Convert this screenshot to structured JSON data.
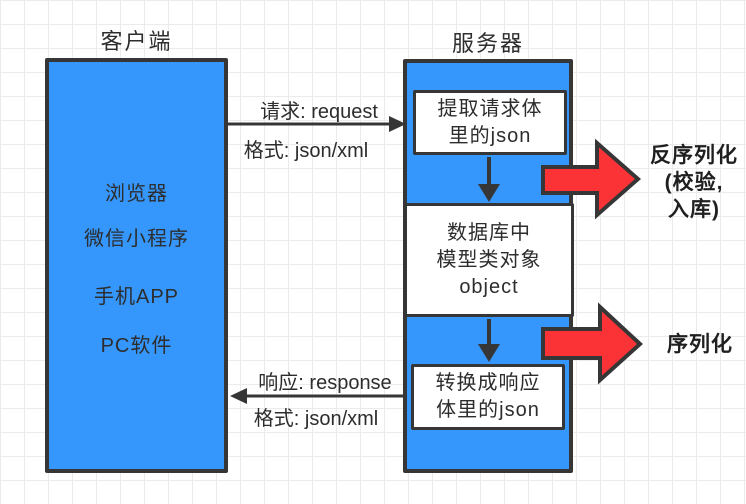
{
  "client": {
    "title": "客户端",
    "items": [
      "浏览器",
      "微信小程序",
      "手机APP",
      "PC软件"
    ]
  },
  "server": {
    "title": "服务器"
  },
  "steps": {
    "extract": {
      "line1": "提取请求体",
      "line2": "里的json"
    },
    "model": {
      "line1": "数据库中",
      "line2": "模型类对象",
      "line3": "object"
    },
    "convert": {
      "line1": "转换成响应",
      "line2": "体里的json"
    }
  },
  "request": {
    "label": "请求: request",
    "format": "格式: json/xml"
  },
  "response": {
    "label": "响应: response",
    "format": "格式: json/xml"
  },
  "deserialize": {
    "line1": "反序列化",
    "line2": "(校验,",
    "line3": "入库)"
  },
  "serialize": {
    "label": "序列化"
  },
  "colors": {
    "box_blue": "#3596fc",
    "arrow_red": "#fb3336",
    "stroke_dark": "#363636"
  }
}
